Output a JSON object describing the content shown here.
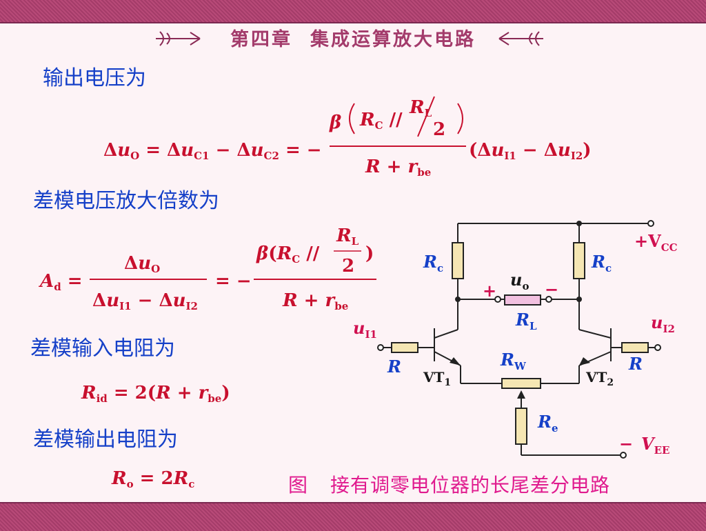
{
  "header": {
    "chapter": "第四章",
    "title": "集成运算放大电路"
  },
  "headings": {
    "output_voltage": "输出电压为",
    "diff_gain": "差模电压放大倍数为",
    "diff_input_res": "差模输入电阻为",
    "diff_output_res": "差模输出电阻为"
  },
  "caption": {
    "prefix": "图",
    "text": "接有调零电位器的长尾差分电路"
  },
  "circuit": {
    "vcc": "+V",
    "vcc_sub": "CC",
    "vee": "−",
    "vee_main": "V",
    "vee_sub": "EE",
    "ui1": "u",
    "ui1_sub": "I1",
    "ui2": "u",
    "ui2_sub": "I2",
    "rc_left": "R",
    "rc_left_sub": "c",
    "rc_right": "R",
    "rc_right_sub": "c",
    "uo": "u",
    "uo_sub": "o",
    "plus": "+",
    "minus": "−",
    "rl": "R",
    "rl_sub": "L",
    "rw": "R",
    "rw_sub": "W",
    "r_left": "R",
    "r_right": "R",
    "vt1": "VT",
    "vt1_sub": "1",
    "vt2": "VT",
    "vt2_sub": "2",
    "re": "R",
    "re_sub": "e"
  },
  "colors": {
    "band": "#b84a78",
    "header_text": "#a33b6b",
    "heading_text": "#1540c8",
    "formula_red": "#c8102e",
    "circuit_blue": "#1540c8",
    "circuit_red": "#d01050",
    "caption": "#e01a8e",
    "resistor_fill": "#f5e6b3",
    "rl_fill": "#f2c0e0"
  }
}
